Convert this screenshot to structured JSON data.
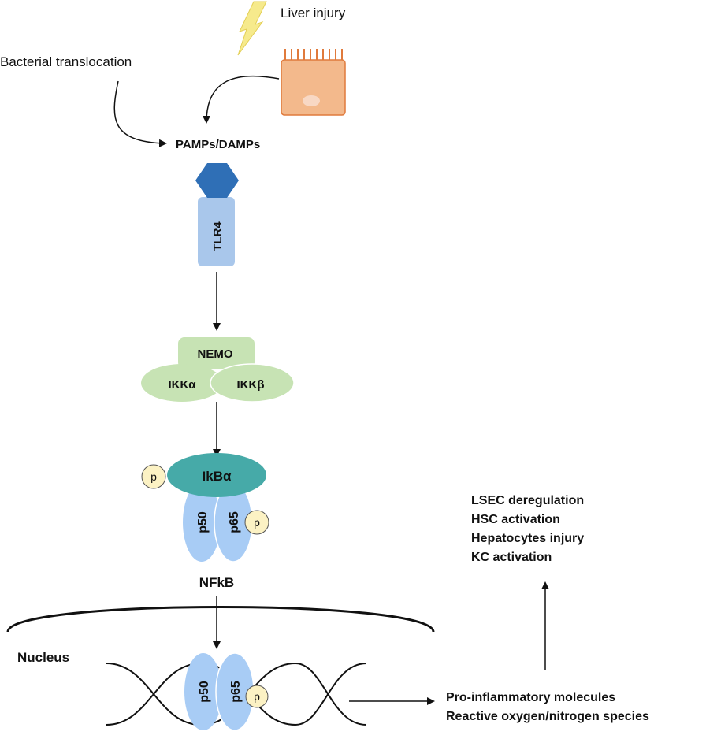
{
  "labels": {
    "liver_injury": "Liver injury",
    "bacterial_translocation": "Bacterial translocation",
    "pamps_damps": "PAMPs/DAMPs",
    "tlr4": "TLR4",
    "nemo": "NEMO",
    "ikk_alpha": "IKKα",
    "ikk_beta": "IKKβ",
    "ikb_alpha": "IkBα",
    "p50": "p50",
    "p65": "p65",
    "phospho": "p",
    "nfkb": "NFkB",
    "nucleus": "Nucleus",
    "outputs": [
      "Pro-inflammatory molecules",
      "Reactive oxygen/nitrogen species"
    ],
    "effects": [
      "LSEC deregulation",
      "HSC activation",
      "Hepatocytes injury",
      "KC activation"
    ]
  },
  "colors": {
    "lightning": "#f6ea8c",
    "hepatocyte_fill": "#f3b98c",
    "hepatocyte_stroke": "#e07a3c",
    "hepatocyte_nucleus": "#f8d8c4",
    "tlr4_hex": "#2f6fb6",
    "tlr4_body": "#a9c7eb",
    "ikk_complex": "#c7e3b4",
    "ikb": "#46aaa8",
    "nfkb_subunit": "#a8ccf5",
    "phospho_circle": "#fcf2c4"
  }
}
